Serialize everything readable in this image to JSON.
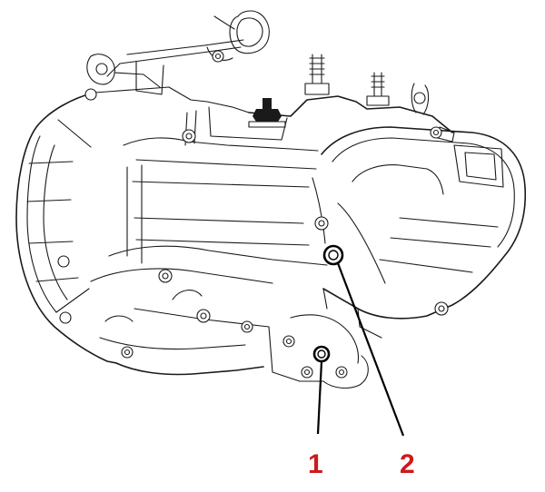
{
  "figure": {
    "subject_icon": "gearbox-transmission-drawing",
    "callouts": [
      {
        "id": "1",
        "label": "1"
      },
      {
        "id": "2",
        "label": "2"
      }
    ],
    "callout_color": "#cc1a1a",
    "line_color": "#1a1a1a",
    "background": "#ffffff"
  }
}
